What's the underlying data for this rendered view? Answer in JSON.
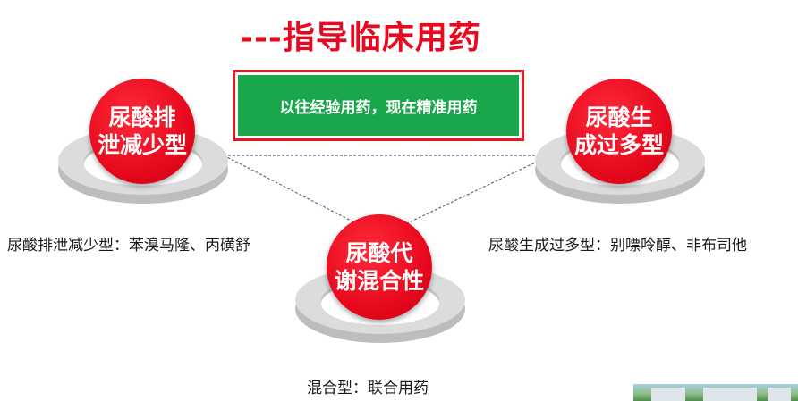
{
  "title": "---指导临床用药",
  "banner": {
    "text": "以往经验用药，现在精准用药"
  },
  "nodes": {
    "left": {
      "line1": "尿酸排",
      "line2": "泄减少型",
      "caption": "尿酸排泄减少型：苯溴马隆、丙磺舒"
    },
    "right": {
      "line1": "尿酸生",
      "line2": "成过多型",
      "caption": "尿酸生成过多型：别嘌呤醇、非布司他"
    },
    "bottom": {
      "line1": "尿酸代",
      "line2": "谢混合性",
      "caption": "混合型：联合用药"
    }
  },
  "colors": {
    "accent_red": "#e8091e",
    "banner_green": "#1aa64b",
    "banner_border": "#e31b23",
    "ring_gray": "#d9d9d9",
    "connector": "#5a6b8c"
  }
}
